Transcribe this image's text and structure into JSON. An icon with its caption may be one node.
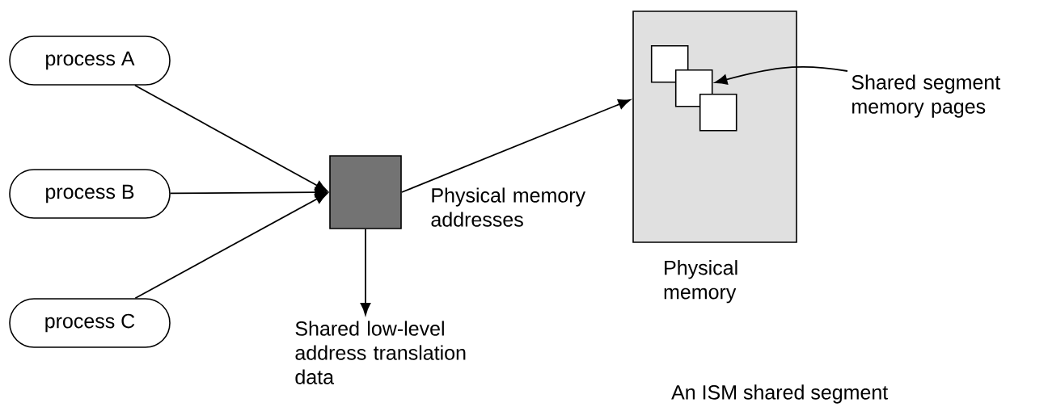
{
  "diagram": {
    "nodes": [
      {
        "text": [
          "process A"
        ]
      },
      {
        "text": [
          "process B"
        ]
      },
      {
        "text": [
          "process C"
        ]
      },
      {
        "text": [],
        "shape": "box"
      },
      {
        "text": [
          "Physical memory"
        ]
      },
      {
        "text": [],
        "shape": "box",
        "in": 4
      },
      {
        "text": [],
        "shape": "box",
        "in": 4
      },
      {
        "text": [],
        "shape": "box",
        "in": 4
      },
      {
        "text": [
          "Shared segment memory pages"
        ]
      },
      {
        "text": [
          "Shared low-level address translation data"
        ]
      }
    ],
    "edges": [
      {
        "from": 0,
        "to": 3,
        "arrow": "to"
      },
      {
        "from": 1,
        "to": 3,
        "arrow": "to"
      },
      {
        "from": 2,
        "to": 3,
        "arrow": "to"
      },
      {
        "from": 3,
        "to": 4,
        "arrow": "to",
        "label": "Physical memory addresses"
      },
      {
        "from": 3,
        "to": 9,
        "arrow": "to"
      },
      {
        "from": 8,
        "to": 6,
        "arrow": "to"
      }
    ],
    "labels": [
      "An ISM shared segment"
    ]
  }
}
